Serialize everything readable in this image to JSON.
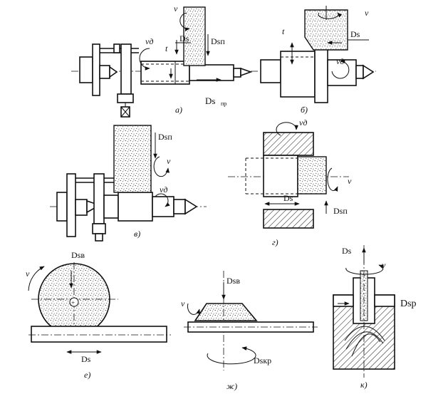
{
  "panels": {
    "a": {
      "caption": "а)",
      "v": "v",
      "vd": "vд",
      "t": "t",
      "ds": "Ds",
      "dsp": "Dsп",
      "dspr": "Ds",
      "dspr_sub": "пр"
    },
    "b": {
      "caption": "б)",
      "v": "v",
      "vd": "vд",
      "t": "t",
      "ds": "Ds"
    },
    "v": {
      "caption": "в)",
      "dsp": "Dsп",
      "v": "v",
      "vd": "vд"
    },
    "g": {
      "caption": "г)",
      "vd": "vд",
      "v": "v",
      "ds": "Ds",
      "dsp": "Dsп"
    },
    "e": {
      "caption": "е)",
      "dsv": "Dsв",
      "v": "v",
      "ds": "Ds"
    },
    "zh": {
      "caption": "ж)",
      "dsv": "Dsв",
      "v": "v",
      "dskr": "Dsкр"
    },
    "k": {
      "caption": "к)",
      "ds": "Ds",
      "v": "v",
      "dsr": "Dsр"
    }
  },
  "colors": {
    "ink": "#111111",
    "background": "#ffffff",
    "grain": "#2a2a2a"
  }
}
